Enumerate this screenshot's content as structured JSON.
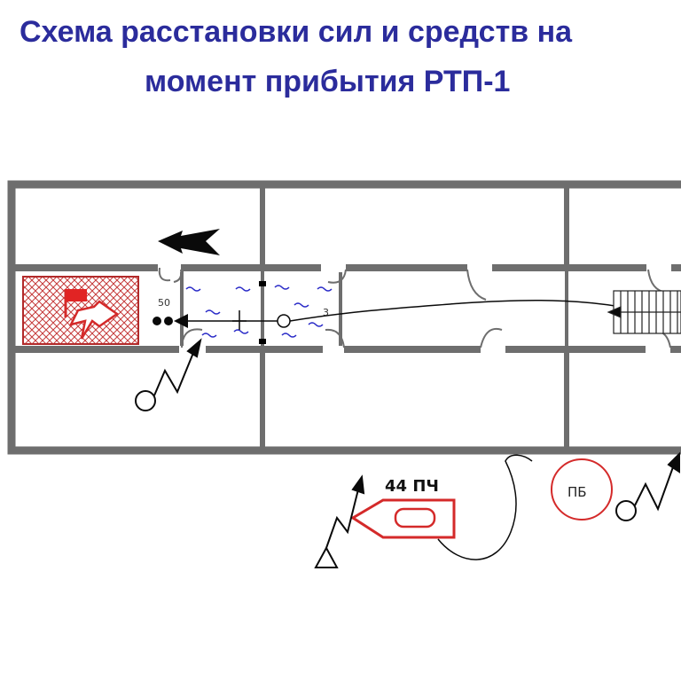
{
  "title": {
    "line1": "Схема расстановки сил и средств на",
    "line2": "момент прибытия РТП-1"
  },
  "labels": {
    "hose_size": "50",
    "barrel_number": "3",
    "unit": "44 ПЧ",
    "hydrant": "ПБ"
  },
  "colors": {
    "title": "#2b2c9c",
    "fire_symbols": "#d42a2a",
    "walls": "#6e6e6e",
    "smoke_marks": "#2b2cc8"
  },
  "icons": {
    "direction_arrow": "left-arrow",
    "fire_seat": "fire-hatch-zone",
    "fire_spread": "red-fire-arrow",
    "radio": "radio-link-icon",
    "hydrant": "hydrant-circle",
    "engine": "fire-engine-symbol"
  }
}
